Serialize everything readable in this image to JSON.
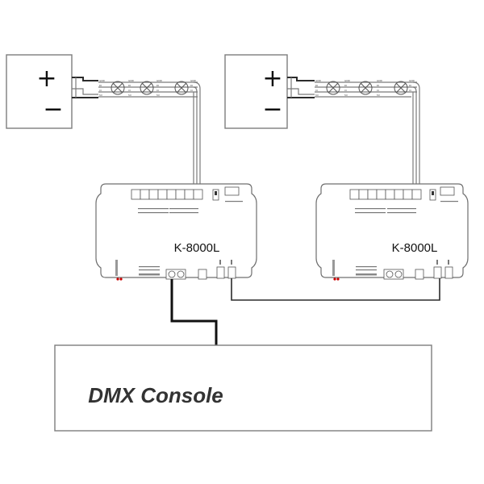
{
  "power_supplies": [
    {
      "plus": "+",
      "minus": "−"
    },
    {
      "plus": "+",
      "minus": "−"
    }
  ],
  "controllers": [
    {
      "model": "K-8000L"
    },
    {
      "model": "K-8000L"
    }
  ],
  "console": {
    "label": "DMX Console"
  }
}
